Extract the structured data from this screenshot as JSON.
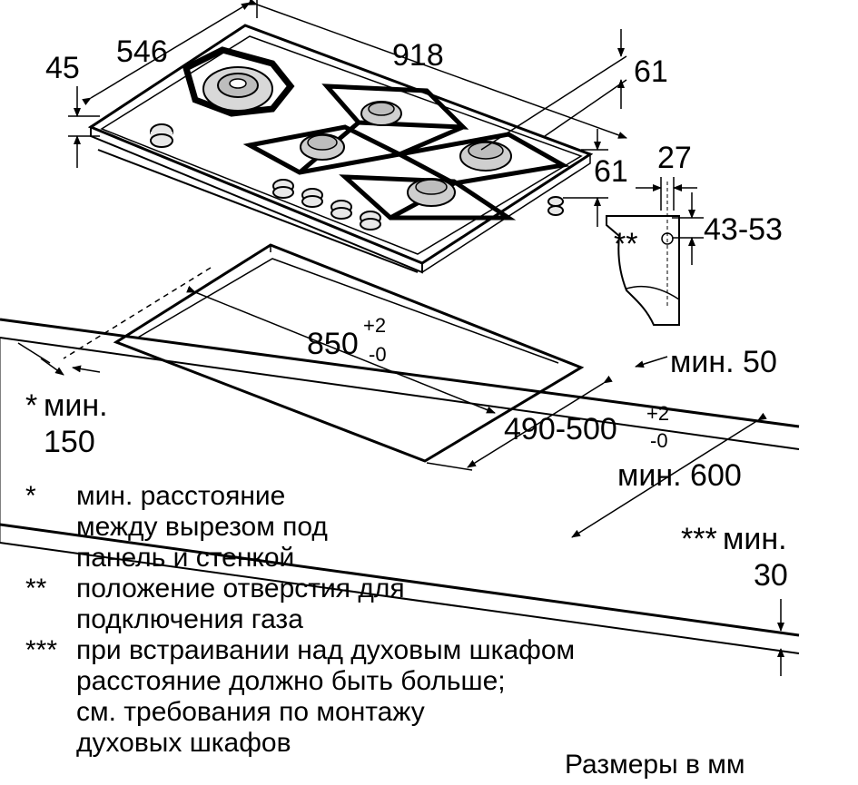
{
  "dimensions": {
    "d45": "45",
    "d546": "546",
    "d918": "918",
    "d61_top": "61",
    "d61_bottom": "61",
    "d27": "27",
    "d43_53": "43-53",
    "d850": "850",
    "d850_tol_plus": "+2",
    "d850_tol_minus": "-0",
    "d490_500": "490-500",
    "d490_tol_plus": "+2",
    "d490_tol_minus": "-0",
    "min50": "мин. 50",
    "min600": "мин. 600",
    "min150_line1": "мин.",
    "min150_line2": "150",
    "min150_mark": "*",
    "min30_mark": "***",
    "min30_line1": "мин.",
    "min30_line2": "30",
    "gas_mark": "**"
  },
  "notes": [
    {
      "mark": "*",
      "lines": [
        "мин. расстояние",
        "между вырезом под",
        "панель и стенкой"
      ]
    },
    {
      "mark": "**",
      "lines": [
        "положение отверстия для",
        "подключения газа"
      ]
    },
    {
      "mark": "***",
      "lines": [
        "при встраивании над духовым шкафом",
        "расстояние должно быть больше;",
        "см. требования по монтажу",
        "духовых шкафов"
      ]
    }
  ],
  "units_caption": "Размеры в мм"
}
